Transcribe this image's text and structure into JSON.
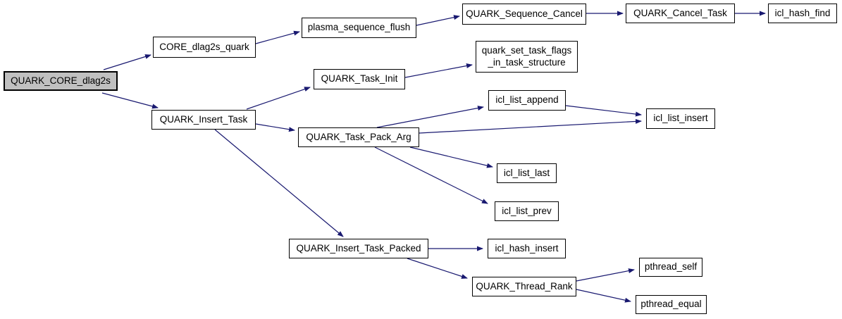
{
  "diagram": {
    "type": "call-graph",
    "colors": {
      "background": "#ffffff",
      "node_fill": "#ffffff",
      "root_node_fill": "#c0c0c0",
      "node_border": "#000000",
      "edge": "#191970"
    },
    "nodes": [
      {
        "id": "quark-core-dlag2s",
        "label": "QUARK_CORE_dlag2s",
        "root": true
      },
      {
        "id": "core-dlag2s-quark",
        "label": "CORE_dlag2s_quark",
        "root": false
      },
      {
        "id": "plasma-sequence-flush",
        "label": "plasma_sequence_flush",
        "root": false
      },
      {
        "id": "quark-sequence-cancel",
        "label": "QUARK_Sequence_Cancel",
        "root": false
      },
      {
        "id": "quark-cancel-task",
        "label": "QUARK_Cancel_Task",
        "root": false
      },
      {
        "id": "icl-hash-find",
        "label": "icl_hash_find",
        "root": false
      },
      {
        "id": "quark-insert-task",
        "label": "QUARK_Insert_Task",
        "root": false
      },
      {
        "id": "quark-task-init",
        "label": "QUARK_Task_Init",
        "root": false
      },
      {
        "id": "quark-set-task-flags-in-task-structure",
        "label": "quark_set_task_flags\n_in_task_structure",
        "root": false
      },
      {
        "id": "quark-task-pack-arg",
        "label": "QUARK_Task_Pack_Arg",
        "root": false
      },
      {
        "id": "icl-list-append",
        "label": "icl_list_append",
        "root": false
      },
      {
        "id": "icl-list-insert",
        "label": "icl_list_insert",
        "root": false
      },
      {
        "id": "icl-list-last",
        "label": "icl_list_last",
        "root": false
      },
      {
        "id": "icl-list-prev",
        "label": "icl_list_prev",
        "root": false
      },
      {
        "id": "quark-insert-task-packed",
        "label": "QUARK_Insert_Task_Packed",
        "root": false
      },
      {
        "id": "icl-hash-insert",
        "label": "icl_hash_insert",
        "root": false
      },
      {
        "id": "quark-thread-rank",
        "label": "QUARK_Thread_Rank",
        "root": false
      },
      {
        "id": "pthread-self",
        "label": "pthread_self",
        "root": false
      },
      {
        "id": "pthread-equal",
        "label": "pthread_equal",
        "root": false
      }
    ],
    "edges": [
      {
        "from": "QUARK_CORE_dlag2s",
        "to": "CORE_dlag2s_quark"
      },
      {
        "from": "QUARK_CORE_dlag2s",
        "to": "QUARK_Insert_Task"
      },
      {
        "from": "CORE_dlag2s_quark",
        "to": "plasma_sequence_flush"
      },
      {
        "from": "plasma_sequence_flush",
        "to": "QUARK_Sequence_Cancel"
      },
      {
        "from": "QUARK_Sequence_Cancel",
        "to": "QUARK_Cancel_Task"
      },
      {
        "from": "QUARK_Cancel_Task",
        "to": "icl_hash_find"
      },
      {
        "from": "QUARK_Insert_Task",
        "to": "QUARK_Task_Init"
      },
      {
        "from": "QUARK_Insert_Task",
        "to": "QUARK_Task_Pack_Arg"
      },
      {
        "from": "QUARK_Insert_Task",
        "to": "QUARK_Insert_Task_Packed"
      },
      {
        "from": "QUARK_Task_Init",
        "to": "quark_set_task_flags_in_task_structure"
      },
      {
        "from": "QUARK_Task_Pack_Arg",
        "to": "icl_list_append"
      },
      {
        "from": "QUARK_Task_Pack_Arg",
        "to": "icl_list_insert"
      },
      {
        "from": "icl_list_append",
        "to": "icl_list_insert"
      },
      {
        "from": "QUARK_Task_Pack_Arg",
        "to": "icl_list_last"
      },
      {
        "from": "QUARK_Task_Pack_Arg",
        "to": "icl_list_prev"
      },
      {
        "from": "QUARK_Insert_Task_Packed",
        "to": "icl_hash_insert"
      },
      {
        "from": "QUARK_Insert_Task_Packed",
        "to": "QUARK_Thread_Rank"
      },
      {
        "from": "QUARK_Thread_Rank",
        "to": "pthread_self"
      },
      {
        "from": "QUARK_Thread_Rank",
        "to": "pthread_equal"
      }
    ]
  }
}
